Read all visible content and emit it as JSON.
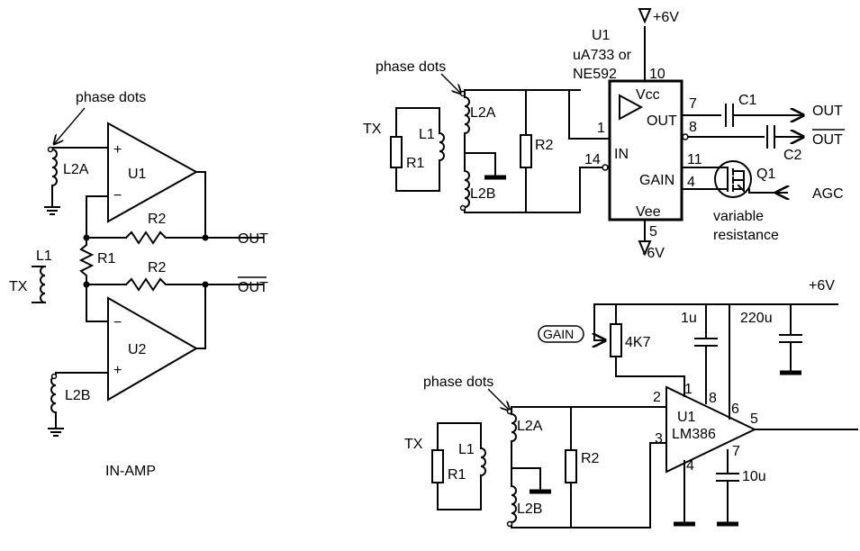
{
  "left": {
    "phase_dots": "phase dots",
    "L2A": "L2A",
    "L2B": "L2B",
    "U1": "U1",
    "U2": "U2",
    "plus": "+",
    "minus": "−",
    "R2_top": "R2",
    "R2_bot": "R2",
    "R1": "R1",
    "L1": "L1",
    "TX": "TX",
    "OUT": "OUT",
    "OUT_bar": "OUT",
    "caption": "IN-AMP"
  },
  "top_right": {
    "phase_dots": "phase dots",
    "TX": "TX",
    "L1": "L1",
    "R1": "R1",
    "L2A": "L2A",
    "L2B": "L2B",
    "R2": "R2",
    "U1": "U1",
    "part": "uA733 or",
    "part2": "NE592",
    "vcc_supply": "+6V",
    "vee_supply": "-6V",
    "pin10": "10",
    "pin1": "1",
    "pin14": "14",
    "pin7": "7",
    "pin8": "8",
    "pin11": "11",
    "pin4": "4",
    "pin5": "5",
    "vcc": "Vcc",
    "out": "OUT",
    "in": "IN",
    "gain": "GAIN",
    "vee": "Vee",
    "C1": "C1",
    "C2": "C2",
    "OUT": "OUT",
    "OUT_bar": "OUT",
    "Q1": "Q1",
    "AGC": "AGC",
    "note1": "variable",
    "note2": "resistance"
  },
  "bottom_right": {
    "phase_dots": "phase dots",
    "TX": "TX",
    "L1": "L1",
    "R1": "R1",
    "L2A": "L2A",
    "L2B": "L2B",
    "R2": "R2",
    "gain_label": "GAIN",
    "pot": "4K7",
    "cap_1u": "1u",
    "cap_220u": "220u",
    "supply": "+6V",
    "U1": "U1",
    "part": "LM386",
    "pin1": "1",
    "pin2": "2",
    "pin3": "3",
    "pin4": "4",
    "pin5": "5",
    "pin6": "6",
    "pin7": "7",
    "pin8": "8",
    "cap_10u": "10u"
  }
}
